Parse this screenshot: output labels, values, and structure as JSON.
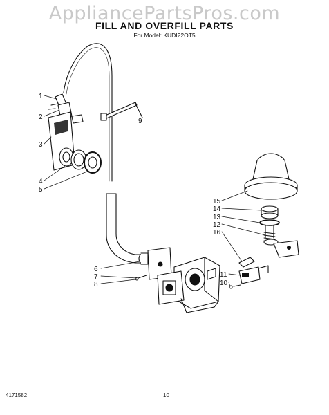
{
  "watermark": "AppliancePartsPros.com",
  "title": "FILL AND OVERFILL PARTS",
  "subtitle": "For Model: KUDI22OT5",
  "footer": {
    "doc_number": "4171582",
    "page_number": "10"
  },
  "callouts": [
    "1",
    "2",
    "3",
    "4",
    "5",
    "6",
    "7",
    "8",
    "9",
    "10",
    "11",
    "12",
    "13",
    "14",
    "15",
    "16"
  ]
}
